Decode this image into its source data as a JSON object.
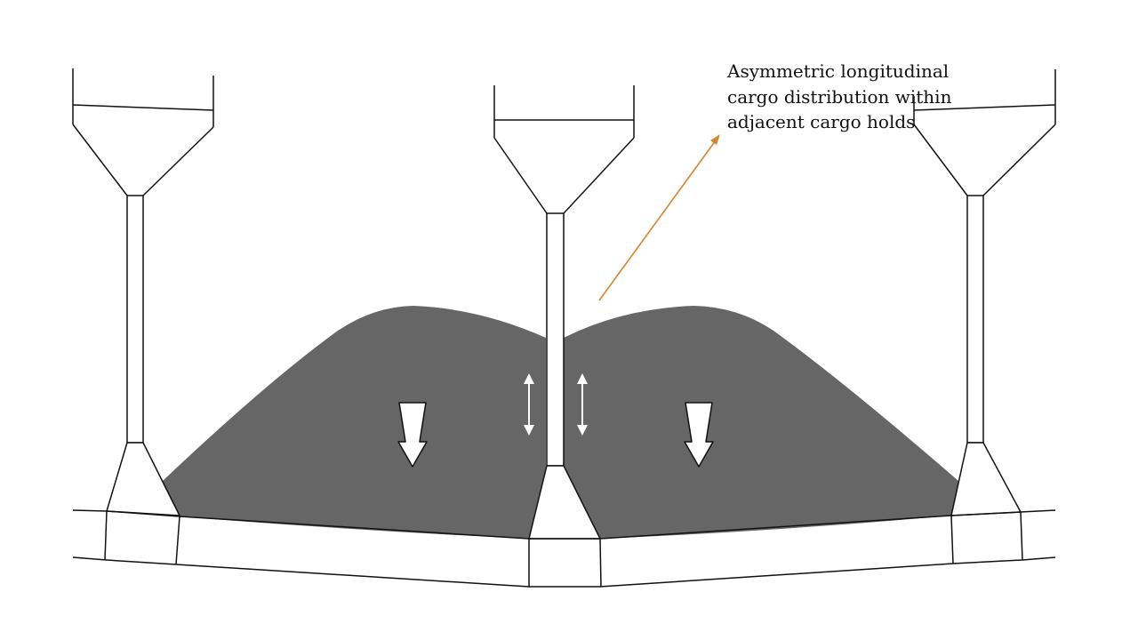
{
  "annotation": {
    "lines": [
      "Asymmetric longitudinal",
      "cargo distribution within",
      "adjacent cargo holds"
    ]
  },
  "colors": {
    "cargo": "#666666",
    "structure_stroke": "#111111",
    "leader_line": "#d4862a",
    "load_arrows": "#ffffff"
  }
}
